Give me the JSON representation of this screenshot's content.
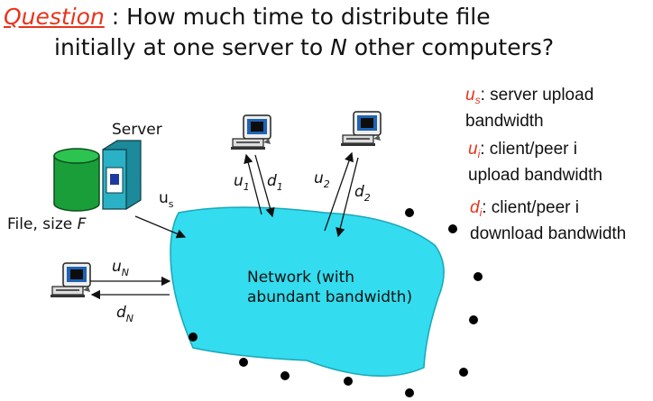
{
  "question": {
    "keyword": "Question",
    "line1_rest": " : How much time to distribute file",
    "line2_pre": "initially at one server to ",
    "line2_var": "N",
    "line2_post": " other computers?"
  },
  "legend": [
    {
      "sym": "u",
      "sub": "s",
      "line1": ": server upload",
      "line2": "bandwidth"
    },
    {
      "sym": "u",
      "sub": "i",
      "line1": ": client/peer i",
      "line2": "upload bandwidth"
    },
    {
      "sym": "d",
      "sub": "i",
      "line1": ": client/peer i",
      "line2": "download bandwidth"
    }
  ],
  "labels": {
    "server": "Server",
    "file_pre": "File, size ",
    "file_var": "F",
    "us_sym": "u",
    "us_sub": "s",
    "network": "Network (with",
    "network2": "abundant bandwidth)",
    "u1_sym": "u",
    "u1_sub": "1",
    "d1_sym": "d",
    "d1_sub": "1",
    "u2_sym": "u",
    "u2_sub": "2",
    "d2_sym": "d",
    "d2_sub": "2",
    "uN_sym": "u",
    "uN_sub": "N",
    "dN_sym": "d",
    "dN_sub": "N"
  },
  "colors": {
    "accent": "#e8341c",
    "network_fill": "#33dcee",
    "cylinder": "#1a9e3a",
    "server_box": "#2bb1c5"
  },
  "icons": [
    "database-cylinder-icon",
    "server-icon",
    "computer-icon"
  ]
}
